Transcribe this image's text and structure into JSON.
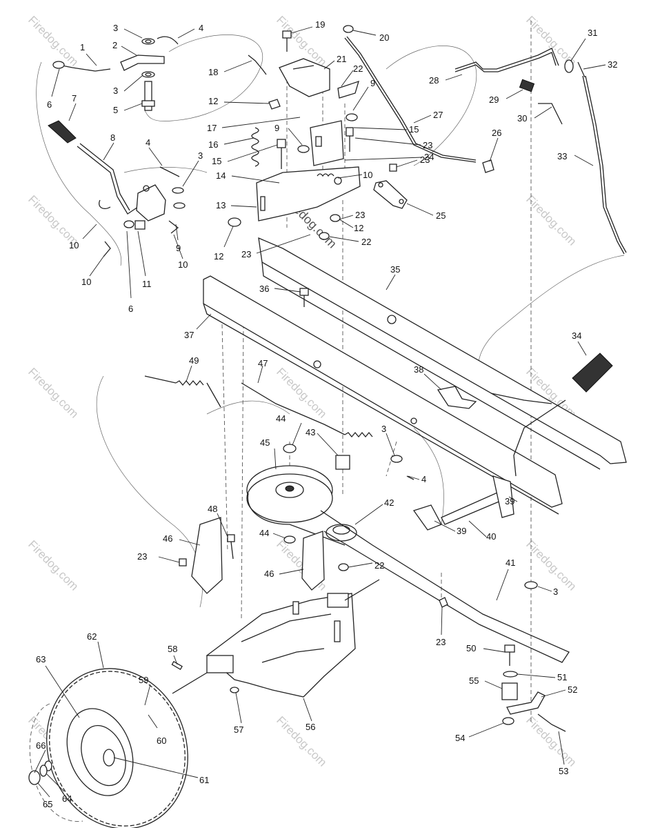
{
  "watermark": {
    "text": "Firedog.com"
  },
  "callouts": [
    {
      "id": "c1",
      "label": "1"
    },
    {
      "id": "c2",
      "label": "2"
    },
    {
      "id": "c3a",
      "label": "3"
    },
    {
      "id": "c3b",
      "label": "3"
    },
    {
      "id": "c4a",
      "label": "4"
    },
    {
      "id": "c5",
      "label": "5"
    },
    {
      "id": "c6a",
      "label": "6"
    },
    {
      "id": "c6b",
      "label": "6"
    },
    {
      "id": "c7",
      "label": "7"
    },
    {
      "id": "c8",
      "label": "8"
    },
    {
      "id": "c4b",
      "label": "4"
    },
    {
      "id": "c3c",
      "label": "3"
    },
    {
      "id": "c9a",
      "label": "9"
    },
    {
      "id": "c10a",
      "label": "10"
    },
    {
      "id": "c10b",
      "label": "10"
    },
    {
      "id": "c10c",
      "label": "10"
    },
    {
      "id": "c11",
      "label": "11"
    },
    {
      "id": "c19",
      "label": "19"
    },
    {
      "id": "c20",
      "label": "20"
    },
    {
      "id": "c21",
      "label": "21"
    },
    {
      "id": "c22a",
      "label": "22"
    },
    {
      "id": "c18",
      "label": "18"
    },
    {
      "id": "c12a",
      "label": "12"
    },
    {
      "id": "c17",
      "label": "17"
    },
    {
      "id": "c16",
      "label": "16"
    },
    {
      "id": "c15a",
      "label": "15"
    },
    {
      "id": "c14",
      "label": "14"
    },
    {
      "id": "c13",
      "label": "13"
    },
    {
      "id": "c12b",
      "label": "12"
    },
    {
      "id": "c23a",
      "label": "23"
    },
    {
      "id": "c9b",
      "label": "9"
    },
    {
      "id": "c9c",
      "label": "9"
    },
    {
      "id": "c15b",
      "label": "15"
    },
    {
      "id": "c23b",
      "label": "23"
    },
    {
      "id": "c24",
      "label": "24"
    },
    {
      "id": "c10d",
      "label": "10"
    },
    {
      "id": "c23c",
      "label": "23"
    },
    {
      "id": "c23d",
      "label": "23"
    },
    {
      "id": "c12c",
      "label": "12"
    },
    {
      "id": "c22b",
      "label": "22"
    },
    {
      "id": "c25",
      "label": "25"
    },
    {
      "id": "c27",
      "label": "27"
    },
    {
      "id": "c26",
      "label": "26"
    },
    {
      "id": "c28",
      "label": "28"
    },
    {
      "id": "c29",
      "label": "29"
    },
    {
      "id": "c30",
      "label": "30"
    },
    {
      "id": "c31",
      "label": "31"
    },
    {
      "id": "c32",
      "label": "32"
    },
    {
      "id": "c33",
      "label": "33"
    },
    {
      "id": "c35",
      "label": "35"
    },
    {
      "id": "c36",
      "label": "36"
    },
    {
      "id": "c37",
      "label": "37"
    },
    {
      "id": "c34",
      "label": "34"
    },
    {
      "id": "c49",
      "label": "49"
    },
    {
      "id": "c47",
      "label": "47"
    },
    {
      "id": "c38",
      "label": "38"
    },
    {
      "id": "c44a",
      "label": "44"
    },
    {
      "id": "c43",
      "label": "43"
    },
    {
      "id": "c3d",
      "label": "3"
    },
    {
      "id": "c45",
      "label": "45"
    },
    {
      "id": "c4c",
      "label": "4"
    },
    {
      "id": "c42",
      "label": "42"
    },
    {
      "id": "c48",
      "label": "48"
    },
    {
      "id": "c46a",
      "label": "46"
    },
    {
      "id": "c23e",
      "label": "23"
    },
    {
      "id": "c44b",
      "label": "44"
    },
    {
      "id": "c46b",
      "label": "46"
    },
    {
      "id": "c22c",
      "label": "22"
    },
    {
      "id": "c39a",
      "label": "39"
    },
    {
      "id": "c40",
      "label": "40"
    },
    {
      "id": "c39b",
      "label": "39"
    },
    {
      "id": "c41",
      "label": "41"
    },
    {
      "id": "c3e",
      "label": "3"
    },
    {
      "id": "c23f",
      "label": "23"
    },
    {
      "id": "c50",
      "label": "50"
    },
    {
      "id": "c51",
      "label": "51"
    },
    {
      "id": "c55",
      "label": "55"
    },
    {
      "id": "c52",
      "label": "52"
    },
    {
      "id": "c54",
      "label": "54"
    },
    {
      "id": "c53",
      "label": "53"
    },
    {
      "id": "c62",
      "label": "62"
    },
    {
      "id": "c63",
      "label": "63"
    },
    {
      "id": "c58",
      "label": "58"
    },
    {
      "id": "c59",
      "label": "59"
    },
    {
      "id": "c60",
      "label": "60"
    },
    {
      "id": "c57",
      "label": "57"
    },
    {
      "id": "c56",
      "label": "56"
    },
    {
      "id": "c61",
      "label": "61"
    },
    {
      "id": "c66",
      "label": "66"
    },
    {
      "id": "c65",
      "label": "65"
    },
    {
      "id": "c64",
      "label": "64"
    }
  ]
}
